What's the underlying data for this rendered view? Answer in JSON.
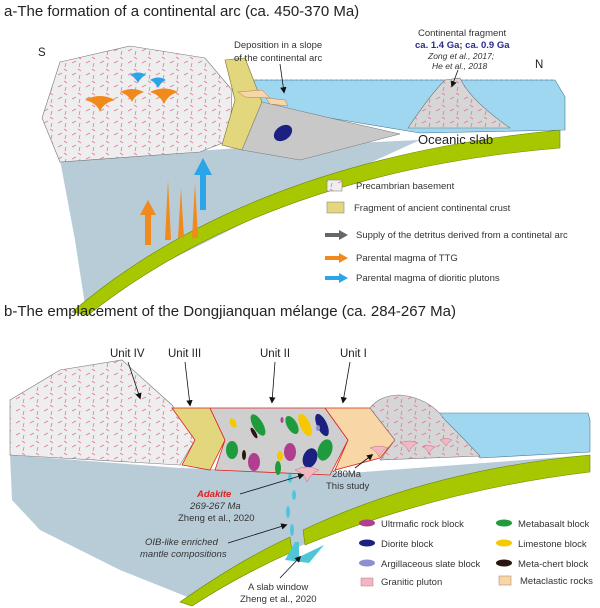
{
  "panel_a": {
    "title": "a-The formation of a continental arc (ca. 450-370 Ma)",
    "south_label": "S",
    "north_label": "N",
    "deposition_label_1": "Deposition in a slope",
    "deposition_label_2": "of the continental arc",
    "fragment_label": "Continental fragment",
    "fragment_ages": "ca. 1.4 Ga; ca. 0.9 Ga",
    "fragment_ref_1": "Zong et al., 2017;",
    "fragment_ref_2": "He et al., 2018",
    "slab_label": "Oceanic slab",
    "legend": [
      {
        "label": "Precambrian basement"
      },
      {
        "label": "Fragment of ancient continental crust"
      },
      {
        "label": "Supply of the detritus derived from a continetal arc"
      },
      {
        "label": "Parental magma of TTG"
      },
      {
        "label": "Parental magma of dioritic plutons"
      }
    ]
  },
  "panel_b": {
    "title": "b-The emplacement of the Dongjianquan mélange (ca. 284-267 Ma)",
    "units": [
      "Unit IV",
      "Unit III",
      "Unit II",
      "Unit I"
    ],
    "adakite_label": "Adakite",
    "adakite_age": "269-267 Ma",
    "adakite_ref": "Zheng et al., 2020",
    "age_280": "280Ma",
    "this_study": "This study",
    "oib_1": "OIB-like enriched",
    "oib_2": "mantle compositions",
    "slab_window": "A slab window",
    "slab_window_ref": "Zheng et al., 2020",
    "legend": [
      {
        "label": "Ultrmafic  rock block",
        "color": "#b0408f"
      },
      {
        "label": "Diorite block",
        "color": "#1c2080"
      },
      {
        "label": "Argillaceous slate block",
        "color": "#8d8fd0"
      },
      {
        "label": "Granitic pluton",
        "color": "#f2b8c2"
      },
      {
        "label": "Metabasalt block",
        "color": "#1f9a3c"
      },
      {
        "label": "Limestone block",
        "color": "#f5c800"
      },
      {
        "label": "Meta-chert block",
        "color": "#2a1610"
      },
      {
        "label": "Metaclastic rocks",
        "color": "#f8d6a6"
      }
    ]
  },
  "colors": {
    "ocean": "#9fd6f0",
    "mantle": "#b8ccd8",
    "slab": "#a7c800",
    "basement": "#eeeeee",
    "ancient_crust": "#e3d77e",
    "metaclastic": "#f8d6a6",
    "accretion": "#c8c8c8",
    "adakite_red": "#e0201c",
    "fragment_age_blue": "#2a2a8a"
  }
}
